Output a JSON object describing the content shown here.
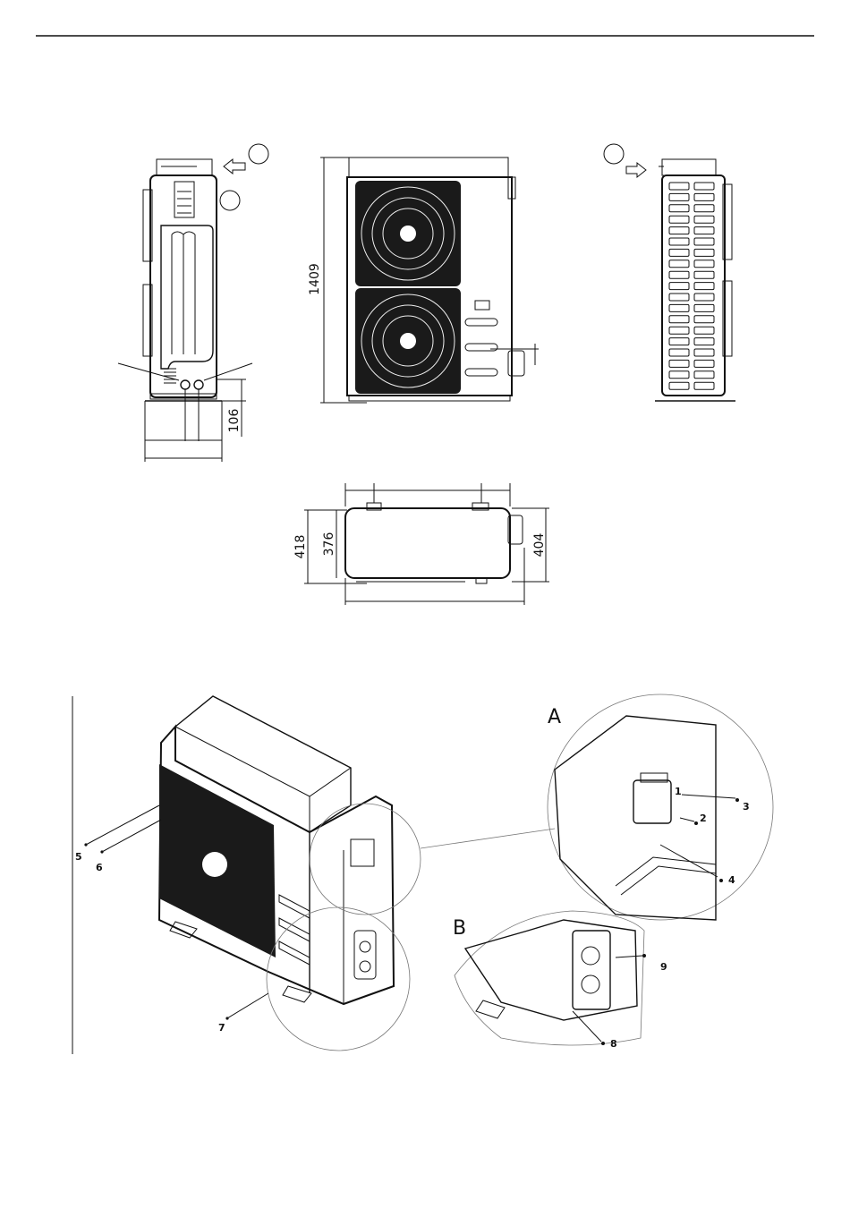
{
  "dimensions": {
    "height_total": "1409",
    "foot_height": "106",
    "depth_outer": "418",
    "depth_inner": "376",
    "depth_right": "404"
  },
  "callouts": {
    "detail_a": "A",
    "detail_b": "B",
    "screws": [
      "1",
      "2",
      "3",
      "4",
      "5",
      "6",
      "7",
      "8",
      "9"
    ]
  }
}
